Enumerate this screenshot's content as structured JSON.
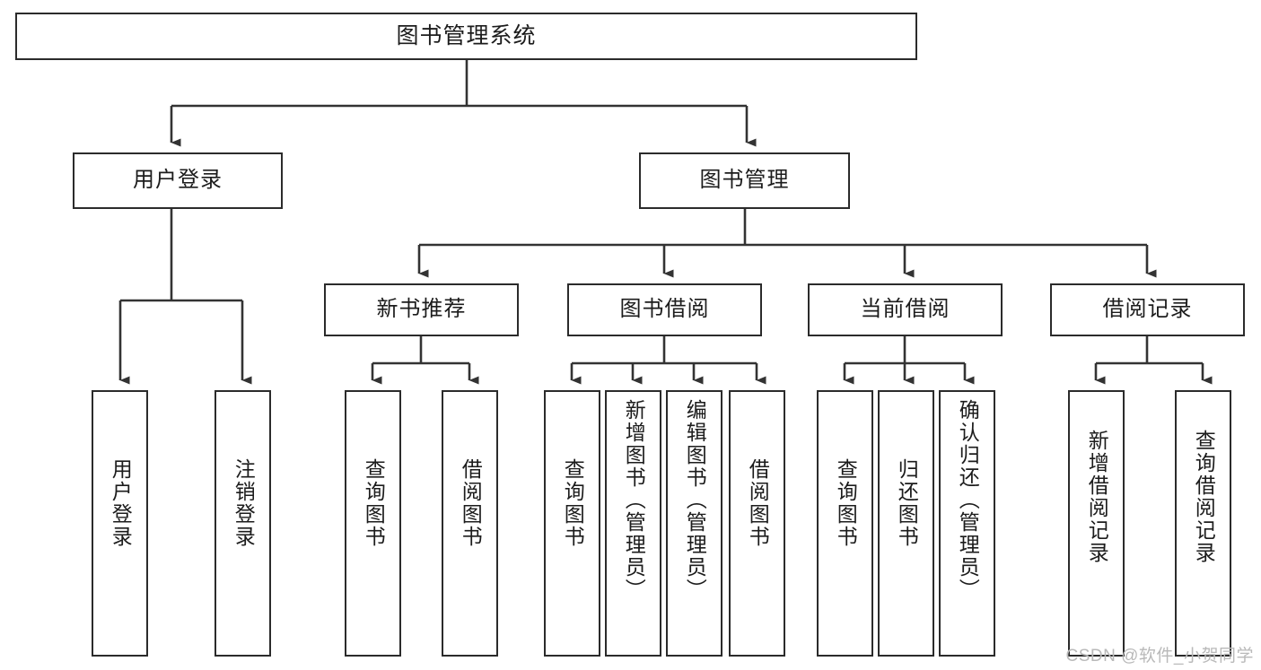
{
  "diagram": {
    "type": "tree-hierarchy",
    "title": "图书管理系统",
    "watermark": "CSDN @软件_小贺同学",
    "colors": {
      "box_border": "#2b2b2b",
      "box_fill": "#ffffff",
      "connector": "#333333",
      "text": "#1c1c1c",
      "watermark": "#b9b9b9",
      "background": "#ffffff"
    },
    "levels": {
      "root": "图书管理系统",
      "level2": [
        "用户登录",
        "图书管理"
      ],
      "level3": [
        "新书推荐",
        "图书借阅",
        "当前借阅",
        "借阅记录"
      ],
      "leaves": [
        "用户登录",
        "注销登录",
        "查询图书",
        "借阅图书",
        "查询图书",
        "新增图书（管理员）",
        "编辑图书（管理员）",
        "借阅图书",
        "查询图书",
        "归还图书",
        "确认归还（管理员）",
        "新增借阅记录",
        "查询借阅记录"
      ]
    }
  },
  "nodes": {
    "root": {
      "label": "图书管理系统"
    },
    "user_login": {
      "label": "用户登录"
    },
    "book_manage": {
      "label": "图书管理"
    },
    "new_book_rec": {
      "label": "新书推荐"
    },
    "book_borrow": {
      "label": "图书借阅"
    },
    "current_borrow": {
      "label": "当前借阅"
    },
    "borrow_record": {
      "label": "借阅记录"
    },
    "leaf_user_login": {
      "label": "用户登录"
    },
    "leaf_user_logout": {
      "label": "注销登录"
    },
    "leaf_rec_query": {
      "label": "查询图书"
    },
    "leaf_rec_borrow": {
      "label": "借阅图书"
    },
    "leaf_borrow_query": {
      "label": "查询图书"
    },
    "leaf_borrow_add": {
      "label": "新增图书（管理员）"
    },
    "leaf_borrow_edit": {
      "label": "编辑图书（管理员）"
    },
    "leaf_borrow_do": {
      "label": "借阅图书"
    },
    "leaf_cur_query": {
      "label": "查询图书"
    },
    "leaf_cur_return": {
      "label": "归还图书"
    },
    "leaf_cur_confirm": {
      "label": "确认归还（管理员）"
    },
    "leaf_rec_add": {
      "label": "新增借阅记录"
    },
    "leaf_rec_search": {
      "label": "查询借阅记录"
    }
  },
  "footer": {
    "watermark": "CSDN @软件_小贺同学"
  }
}
